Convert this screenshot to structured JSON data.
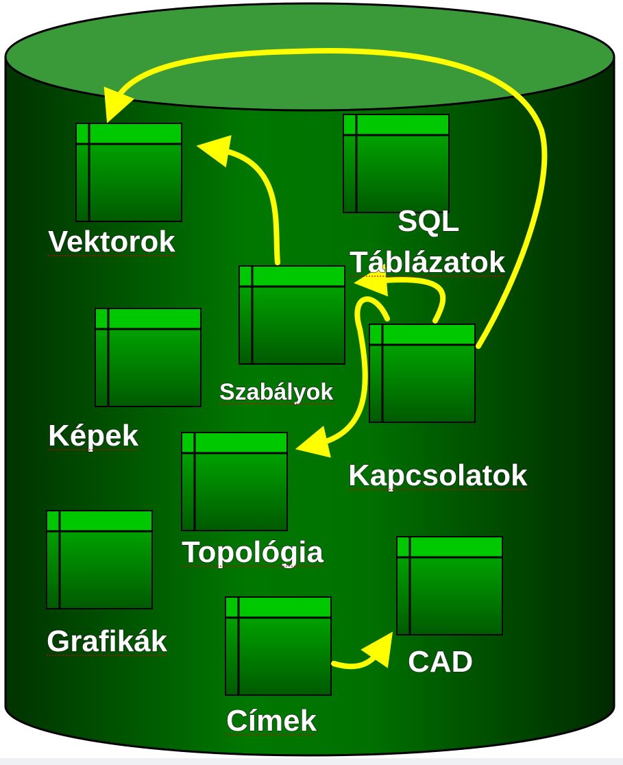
{
  "diagram": {
    "title": "Database cylinder",
    "colors": {
      "body_dark": "#003300",
      "body_mid": "#007a00",
      "top": "#3a9a3a",
      "table": "#00c800",
      "arrow": "#ffff00",
      "label": "#ffffff"
    },
    "tables": [
      {
        "id": "vektorok",
        "label": "Vektorok"
      },
      {
        "id": "sql",
        "label": "SQL",
        "label2": "Táblázatok"
      },
      {
        "id": "szabalyok",
        "label": "Szabályok"
      },
      {
        "id": "kepek",
        "label": "Képek"
      },
      {
        "id": "kapcsolatok",
        "label": "Kapcsolatok"
      },
      {
        "id": "topologia",
        "label": "Topológia"
      },
      {
        "id": "grafikak",
        "label": "Grafikák"
      },
      {
        "id": "cad",
        "label": "CAD"
      },
      {
        "id": "cimek",
        "label": "Címek"
      }
    ],
    "arrows": [
      {
        "from": "kapcsolatok",
        "to": "vektorok"
      },
      {
        "from": "szabalyok",
        "to": "vektorok"
      },
      {
        "from": "kapcsolatok",
        "to": "szabalyok"
      },
      {
        "from": "kapcsolatok",
        "to": "topologia"
      },
      {
        "from": "cimek",
        "to": "cad"
      }
    ]
  }
}
